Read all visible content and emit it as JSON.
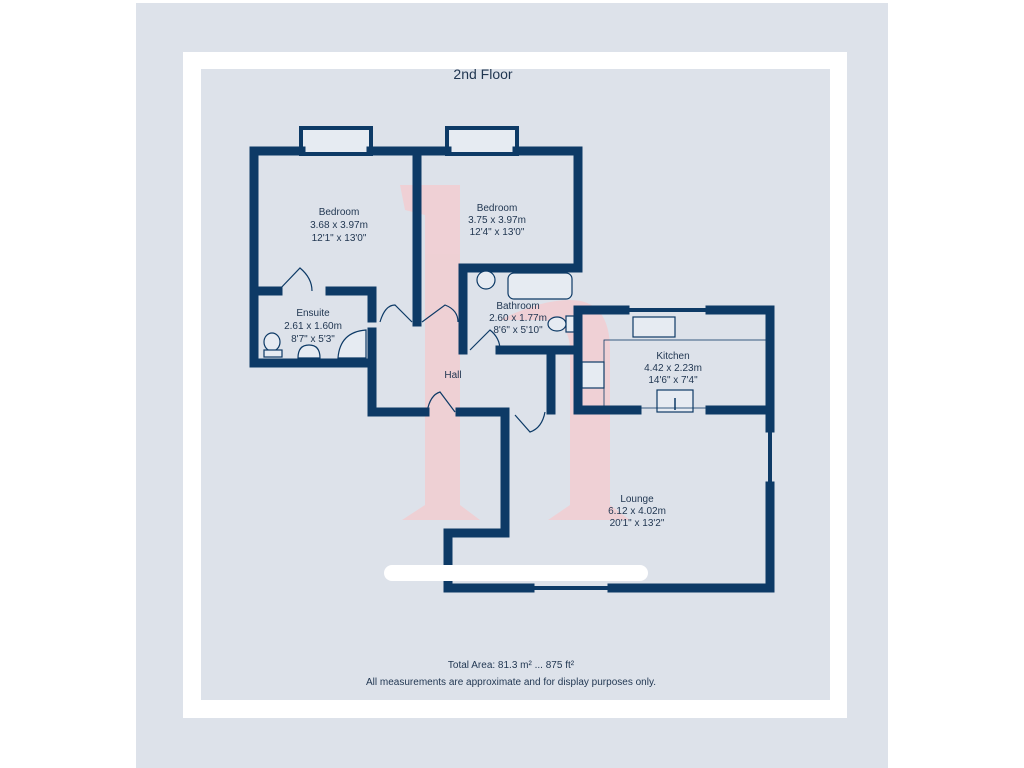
{
  "floor_title": "2nd Floor",
  "rooms": [
    {
      "name": "Bedroom",
      "metric": "3.68 x 3.97m",
      "imperial": "12'1\" x 13'0\""
    },
    {
      "name": "Bedroom",
      "metric": "3.75 x 3.97m",
      "imperial": "12'4\" x 13'0\""
    },
    {
      "name": "Ensuite",
      "metric": "2.61 x 1.60m",
      "imperial": "8'7\" x 5'3\""
    },
    {
      "name": "Bathroom",
      "metric": "2.60 x 1.77m",
      "imperial": "8'6\" x 5'10\""
    },
    {
      "name": "Kitchen",
      "metric": "4.42 x 2.23m",
      "imperial": "14'6\" x 7'4\""
    },
    {
      "name": "Hall"
    },
    {
      "name": "Lounge",
      "metric": "6.12 x 4.02m",
      "imperial": "20'1\" x 13'2\""
    }
  ],
  "footer": {
    "total_area": "Total Area: 81.3 m² ... 875 ft²",
    "disclaimer": "All measurements are approximate and for display purposes only."
  },
  "colors": {
    "wall": "#0d3a66",
    "background": "#dde2ea",
    "watermark": "#f6c9cc"
  }
}
